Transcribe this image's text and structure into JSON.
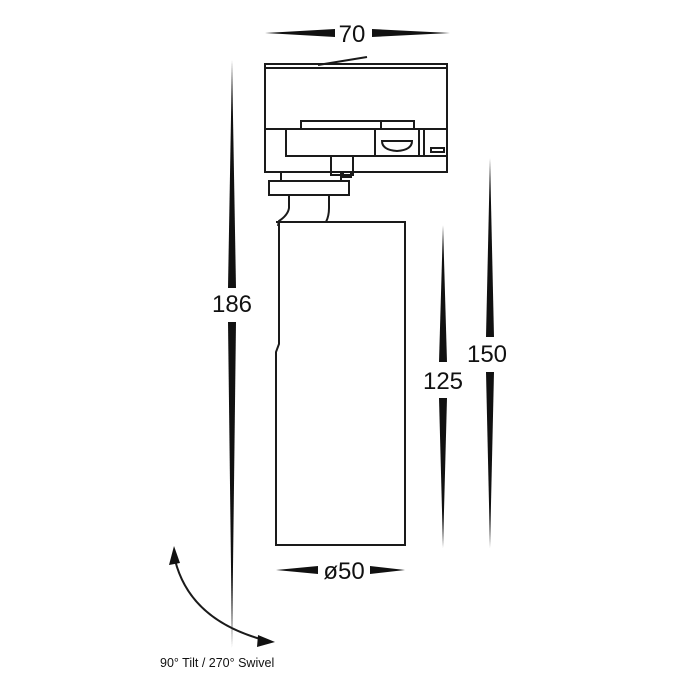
{
  "dimensions": {
    "width": "70",
    "height_total": "186",
    "body_length": "125",
    "head_to_bottom": "150",
    "diameter": "ø50"
  },
  "caption": "90° Tilt / 270° Swivel",
  "colors": {
    "line": "#1a1a1a",
    "background": "#ffffff"
  }
}
